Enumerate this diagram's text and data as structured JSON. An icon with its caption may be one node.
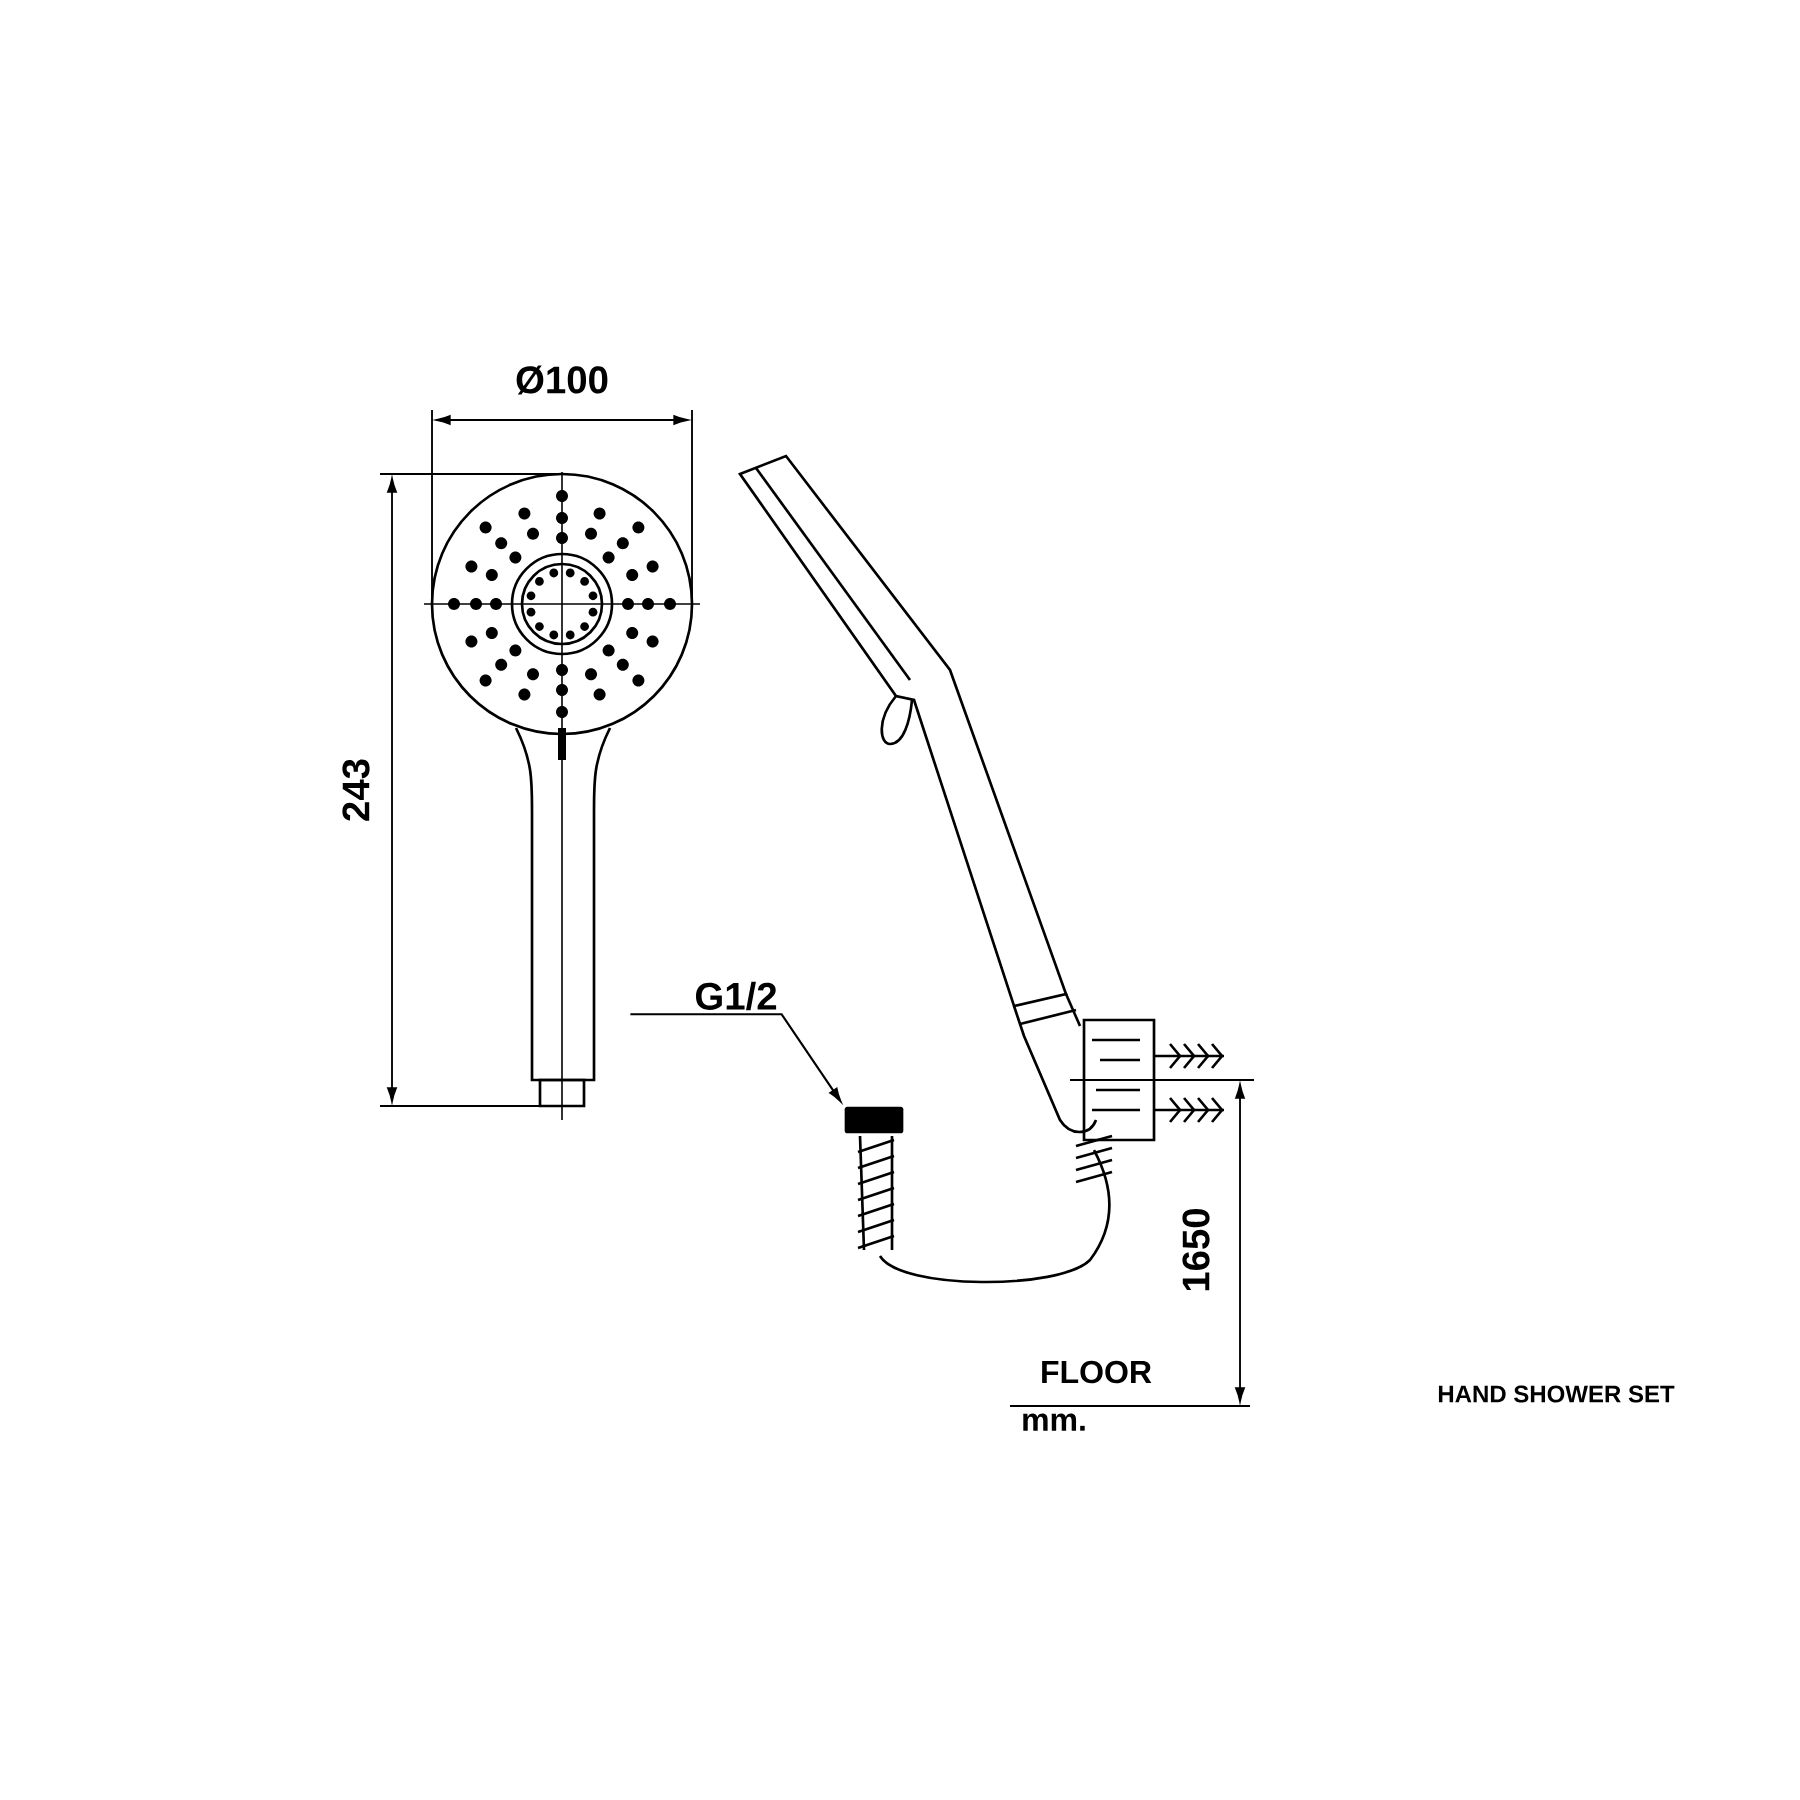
{
  "diagram": {
    "title": "HAND SHOWER SET",
    "nodes": [
      {
        "text": [
          "G1/2"
        ]
      },
      {
        "text": [],
        "shape": "box"
      }
    ],
    "edges": [
      {
        "from": 0,
        "to": 1,
        "arrow": "to"
      }
    ],
    "labels": [
      "Ø100",
      "243",
      "1650",
      "FLOOR",
      "mm."
    ]
  }
}
